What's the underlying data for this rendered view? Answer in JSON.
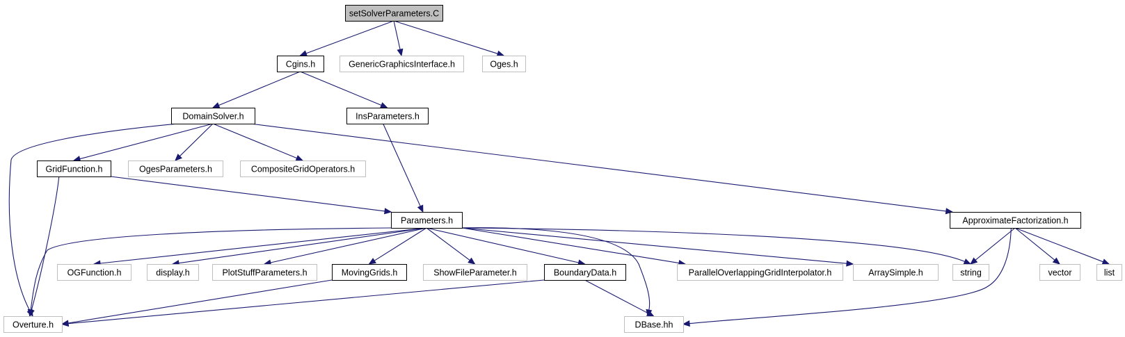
{
  "diagram": {
    "colors": {
      "edge": "#191970",
      "root_fill": "#bfbfbf",
      "local_border": "#000000",
      "external_border": "#bfbfbf",
      "text": "#000000"
    },
    "nodes": [
      {
        "id": "root",
        "label": "setSolverParameters.C",
        "kind": "root"
      },
      {
        "id": "cgins",
        "label": "Cgins.h",
        "kind": "local"
      },
      {
        "id": "ggi",
        "label": "GenericGraphicsInterface.h",
        "kind": "external"
      },
      {
        "id": "oges",
        "label": "Oges.h",
        "kind": "external"
      },
      {
        "id": "domainsolver",
        "label": "DomainSolver.h",
        "kind": "local"
      },
      {
        "id": "insparams",
        "label": "InsParameters.h",
        "kind": "local"
      },
      {
        "id": "gridfunction",
        "label": "GridFunction.h",
        "kind": "local"
      },
      {
        "id": "ogesparams",
        "label": "OgesParameters.h",
        "kind": "external"
      },
      {
        "id": "cgo",
        "label": "CompositeGridOperators.h",
        "kind": "external"
      },
      {
        "id": "parameters",
        "label": "Parameters.h",
        "kind": "local"
      },
      {
        "id": "approx",
        "label": "ApproximateFactorization.h",
        "kind": "local"
      },
      {
        "id": "ogfunction",
        "label": "OGFunction.h",
        "kind": "external"
      },
      {
        "id": "display",
        "label": "display.h",
        "kind": "external"
      },
      {
        "id": "plotstuff",
        "label": "PlotStuffParameters.h",
        "kind": "external"
      },
      {
        "id": "movinggrids",
        "label": "MovingGrids.h",
        "kind": "local"
      },
      {
        "id": "showfile",
        "label": "ShowFileParameter.h",
        "kind": "external"
      },
      {
        "id": "boundarydata",
        "label": "BoundaryData.h",
        "kind": "local"
      },
      {
        "id": "pogi",
        "label": "ParallelOverlappingGridInterpolator.h",
        "kind": "external"
      },
      {
        "id": "arraysimple",
        "label": "ArraySimple.h",
        "kind": "external"
      },
      {
        "id": "string",
        "label": "string",
        "kind": "external"
      },
      {
        "id": "vector",
        "label": "vector",
        "kind": "external"
      },
      {
        "id": "list",
        "label": "list",
        "kind": "external"
      },
      {
        "id": "overture",
        "label": "Overture.h",
        "kind": "external"
      },
      {
        "id": "dbase",
        "label": "DBase.hh",
        "kind": "external"
      }
    ],
    "edges": [
      {
        "from": "root",
        "to": "cgins"
      },
      {
        "from": "root",
        "to": "ggi"
      },
      {
        "from": "root",
        "to": "oges"
      },
      {
        "from": "cgins",
        "to": "domainsolver"
      },
      {
        "from": "cgins",
        "to": "insparams"
      },
      {
        "from": "domainsolver",
        "to": "overture"
      },
      {
        "from": "domainsolver",
        "to": "gridfunction"
      },
      {
        "from": "domainsolver",
        "to": "ogesparams"
      },
      {
        "from": "domainsolver",
        "to": "cgo"
      },
      {
        "from": "domainsolver",
        "to": "approx"
      },
      {
        "from": "insparams",
        "to": "parameters"
      },
      {
        "from": "gridfunction",
        "to": "overture"
      },
      {
        "from": "gridfunction",
        "to": "parameters"
      },
      {
        "from": "parameters",
        "to": "overture"
      },
      {
        "from": "parameters",
        "to": "ogfunction"
      },
      {
        "from": "parameters",
        "to": "display"
      },
      {
        "from": "parameters",
        "to": "plotstuff"
      },
      {
        "from": "parameters",
        "to": "movinggrids"
      },
      {
        "from": "parameters",
        "to": "showfile"
      },
      {
        "from": "parameters",
        "to": "boundarydata"
      },
      {
        "from": "parameters",
        "to": "dbase"
      },
      {
        "from": "parameters",
        "to": "pogi"
      },
      {
        "from": "parameters",
        "to": "arraysimple"
      },
      {
        "from": "parameters",
        "to": "string"
      },
      {
        "from": "movinggrids",
        "to": "overture"
      },
      {
        "from": "boundarydata",
        "to": "overture"
      },
      {
        "from": "boundarydata",
        "to": "dbase"
      },
      {
        "from": "approx",
        "to": "string"
      },
      {
        "from": "approx",
        "to": "vector"
      },
      {
        "from": "approx",
        "to": "list"
      },
      {
        "from": "approx",
        "to": "dbase"
      }
    ]
  }
}
